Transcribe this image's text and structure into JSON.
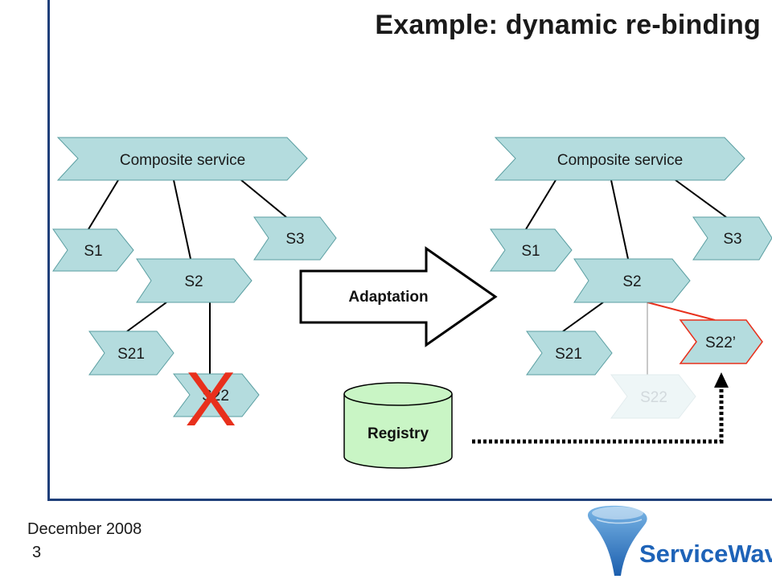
{
  "title": "Example: dynamic re-binding",
  "footer": {
    "date": "December 2008",
    "page": "3"
  },
  "left_tree": {
    "root": "Composite service",
    "s1": "S1",
    "s2": "S2",
    "s3": "S3",
    "s21": "S21",
    "s22": "S22",
    "failure_mark": "X"
  },
  "right_tree": {
    "root": "Composite service",
    "s1": "S1",
    "s2": "S2",
    "s3": "S3",
    "s21": "S21",
    "s22_old": "S22",
    "s22_new": "S22’"
  },
  "adaptation_label": "Adaptation",
  "registry_label": "Registry",
  "logo_text": "ServiceWave",
  "colors": {
    "frame": "#1f3f7a",
    "service_fill": "#b4dcde",
    "failure": "#e8301c",
    "registry_fill": "#c9f5c5",
    "brand": "#1e63b8"
  }
}
